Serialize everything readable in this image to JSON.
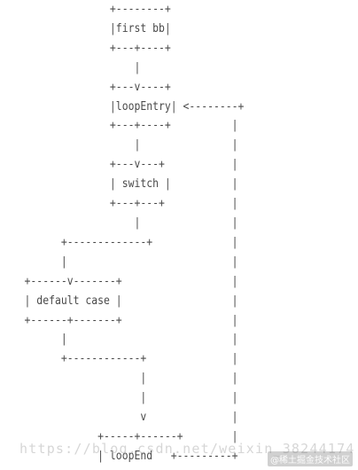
{
  "diagram": {
    "lines": [
      "                  +--------+",
      "                  |first bb|",
      "                  +---+----+",
      "                      |",
      "                  +---v----+",
      "                  |loopEntry| <--------+",
      "                  +---+----+          |",
      "                      |               |",
      "                  +---v---+           |",
      "                  | switch |          |",
      "                  +---+---+           |",
      "                      |               |",
      "          +-------------+             |",
      "          |                           |",
      "    +------v-------+                  |",
      "    | default case |                  |",
      "    +------+-------+                  |",
      "          |                           |",
      "          +------------+              |",
      "                       |              |",
      "                       |              |",
      "                       v              |",
      "                +-----+------+        |",
      "                | loopEnd   +---------+"
    ]
  },
  "watermark": {
    "url": "https://blog.csdn.net/weixin_38244174",
    "site": "@稀土掘金技术社区"
  }
}
